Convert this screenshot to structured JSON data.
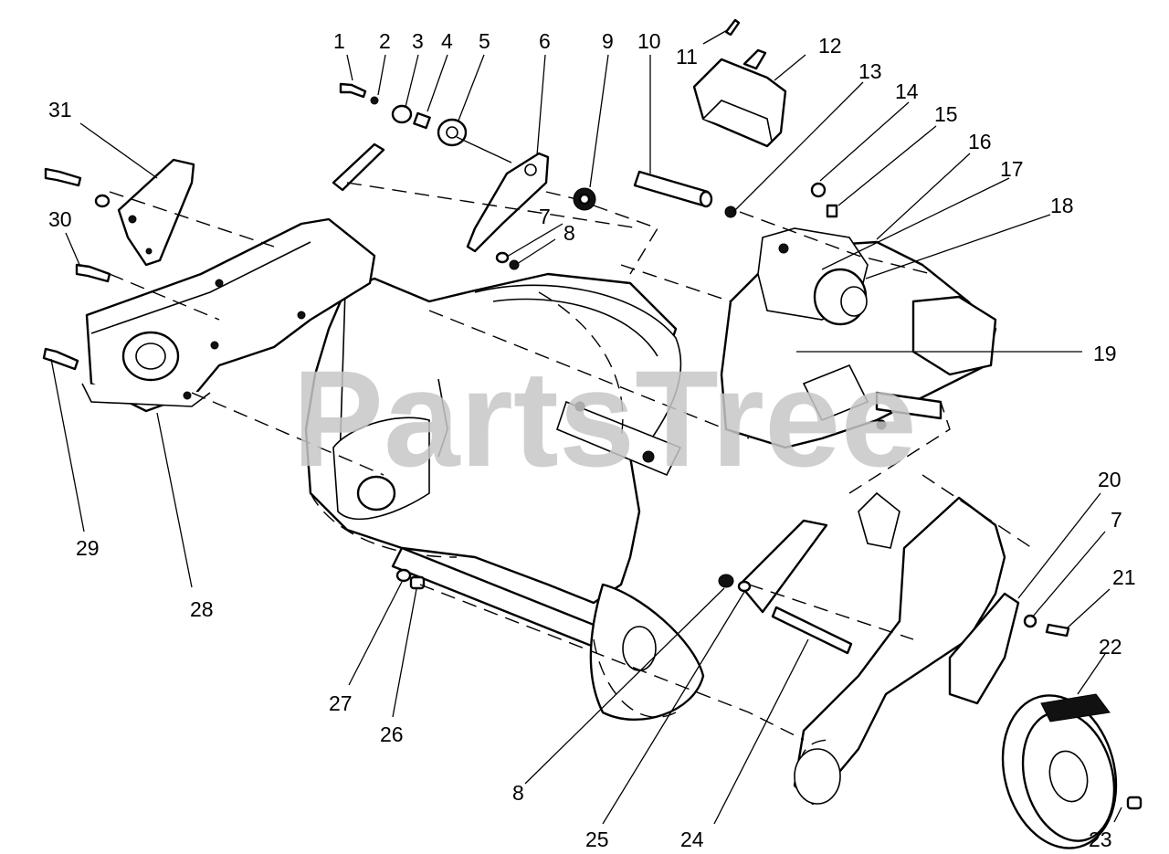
{
  "watermark": "PartsTree",
  "callouts": {
    "c1": "1",
    "c2": "2",
    "c3": "3",
    "c4": "4",
    "c5": "5",
    "c6": "6",
    "c7a": "7",
    "c8a": "8",
    "c9": "9",
    "c10": "10",
    "c11": "11",
    "c12": "12",
    "c13": "13",
    "c14": "14",
    "c15": "15",
    "c16": "16",
    "c17": "17",
    "c18": "18",
    "c19": "19",
    "c20": "20",
    "c7b": "7",
    "c21": "21",
    "c22": "22",
    "c23": "23",
    "c24": "24",
    "c25": "25",
    "c8b": "8",
    "c26": "26",
    "c27": "27",
    "c28": "28",
    "c29": "29",
    "c30": "30",
    "c31": "31"
  }
}
